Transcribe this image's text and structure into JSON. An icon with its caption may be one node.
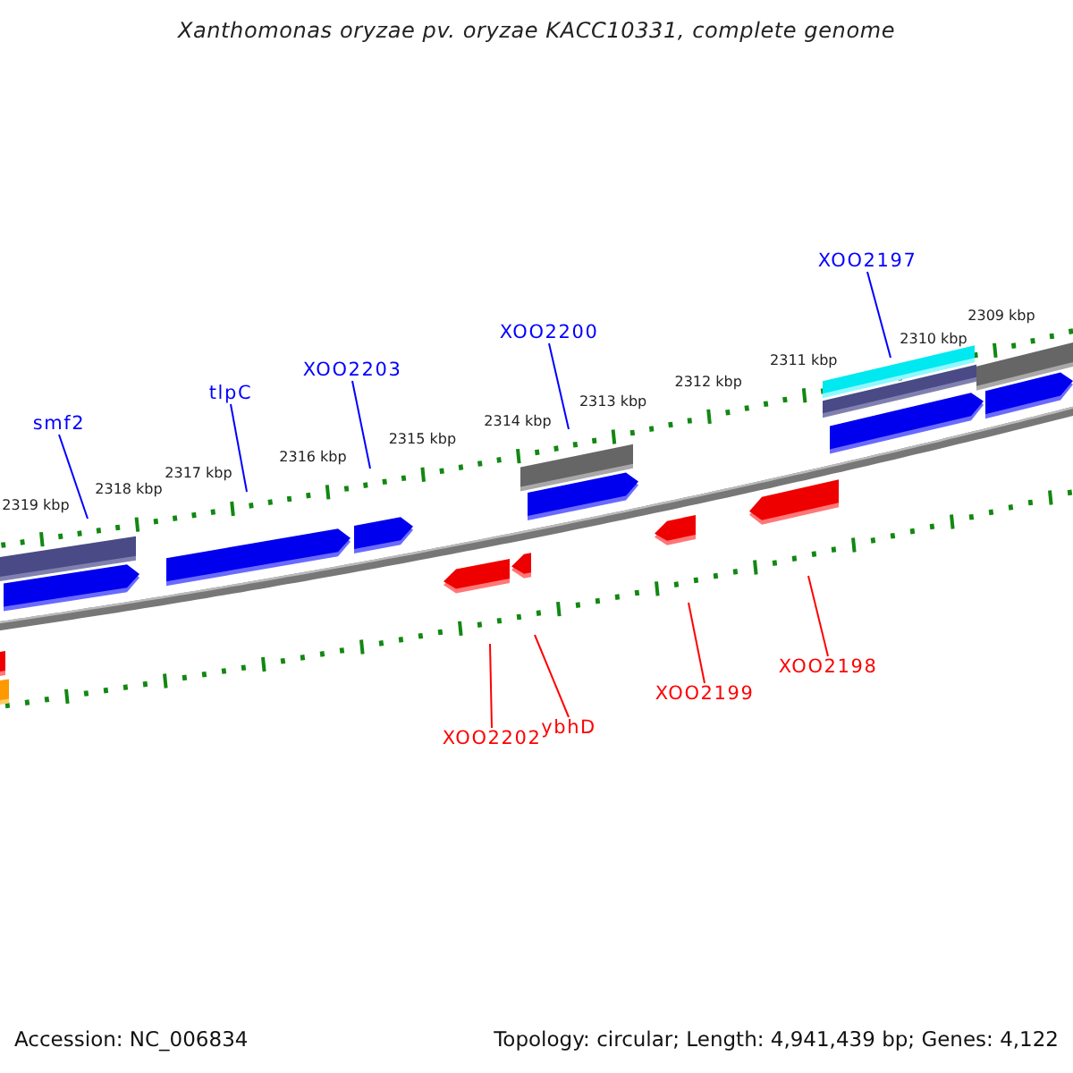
{
  "diagram": {
    "title": "Xanthomonas oryzae pv. oryzae KACC10331, complete genome",
    "nodes": [
      {
        "text": [
          "smf2"
        ]
      },
      {
        "text": [
          "tlpC"
        ]
      },
      {
        "text": [
          "XOO2203"
        ]
      },
      {
        "text": [
          "XOO2200"
        ]
      },
      {
        "text": [
          "XOO2197"
        ]
      },
      {
        "text": [
          "XOO2202"
        ]
      },
      {
        "text": [
          "ybhD"
        ]
      },
      {
        "text": [
          "XOO2199"
        ]
      },
      {
        "text": [
          "XOO2198"
        ]
      }
    ],
    "edges": [
      {
        "from": 0,
        "to": null,
        "arrow": "none"
      },
      {
        "from": 1,
        "to": null,
        "arrow": "none"
      },
      {
        "from": 2,
        "to": null,
        "arrow": "none"
      },
      {
        "from": 3,
        "to": null,
        "arrow": "none"
      },
      {
        "from": 4,
        "to": null,
        "arrow": "none"
      },
      {
        "from": 5,
        "to": null,
        "arrow": "none",
        "color": "#ff0000"
      },
      {
        "from": 6,
        "to": null,
        "arrow": "none",
        "color": "#ff0000"
      },
      {
        "from": 7,
        "to": null,
        "arrow": "none",
        "color": "#ff0000"
      },
      {
        "from": 8,
        "to": null,
        "arrow": "none",
        "color": "#ff0000"
      }
    ],
    "labels": [
      "2309 kbp",
      "2310 kbp",
      "2311 kbp",
      "2312 kbp",
      "2313 kbp",
      "2314 kbp",
      "2315 kbp",
      "2316 kbp",
      "2317 kbp",
      "2318 kbp",
      "2319 kbp",
      "Accession: NC_006834",
      "Topology: circular; Length: 4,941,439 bp; Genes: 4,122"
    ]
  }
}
